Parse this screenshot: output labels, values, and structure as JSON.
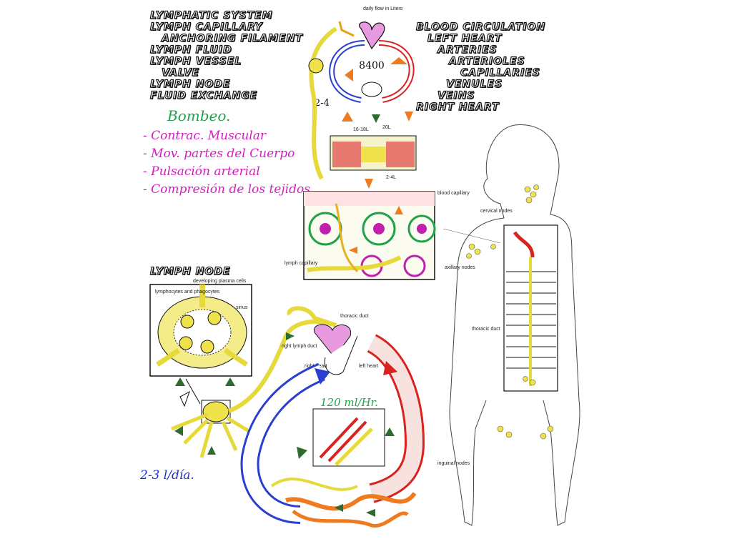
{
  "lymphatic": {
    "title": "LYMPHATIC SYSTEM",
    "items": [
      {
        "text": "LYMPH CAPILLARY",
        "indent": 0
      },
      {
        "text": "ANCHORING FILAMENT",
        "indent": 1
      },
      {
        "text": "LYMPH FLUID",
        "indent": 0
      },
      {
        "text": "LYMPH VESSEL",
        "indent": 0
      },
      {
        "text": "VALVE",
        "indent": 1
      },
      {
        "text": "LYMPH NODE",
        "indent": 0
      },
      {
        "text": "FLUID EXCHANGE",
        "indent": 0
      }
    ]
  },
  "blood": {
    "title": "BLOOD CIRCULATION",
    "items": [
      {
        "text": "LEFT HEART",
        "indent": 1
      },
      {
        "text": "ARTERIES",
        "indent": 2
      },
      {
        "text": "ARTERIOLES",
        "indent": 3
      },
      {
        "text": "CAPILLARIES",
        "indent": 4
      },
      {
        "text": "VENULES",
        "indent": 3
      },
      {
        "text": "VEINS",
        "indent": 2
      },
      {
        "text": "RIGHT HEART",
        "indent": 0
      }
    ]
  },
  "bombeo": {
    "title": "Bombeo.",
    "items": [
      "- Contrac. Muscular",
      "- Mov. partes del Cuerpo",
      "- Pulsación arterial",
      "- Compresión de los tejidos"
    ]
  },
  "node_title": "LYMPH NODE",
  "node_sub": "developing plasma cells",
  "labels": {
    "daily_flow": "daily flow in Liters",
    "big_number": "8400",
    "two_four": "2-4",
    "flow_16_18": "16-18L",
    "flow_20": "20L",
    "flow_2_4": "2-4L",
    "blood_capillary": "blood capillary",
    "lymph_capillary": "lymph capillary",
    "cervical": "cervical nodes",
    "axillary": "axillary nodes",
    "thoracic_duct_body": "thoracic duct",
    "inguinal": "inguinal nodes",
    "lymphocytes": "lymphocytes and phagocytes",
    "sinus": "sinus",
    "thoracic_duct": "thoracic duct",
    "right_lymph_duct": "right lymph duct",
    "right_heart": "right heart",
    "left_heart": "left heart",
    "flow_rate": "120 ml/Hr.",
    "per_day": "2-3 l/día."
  },
  "colors": {
    "green_ink": "#1fa24a",
    "magenta_ink": "#d41fbf",
    "blue_ink": "#1b2fd6",
    "lymph_yellow": "#f0e24a",
    "artery_red": "#d8231f",
    "vein_blue": "#2a3fcf",
    "capillary_orange": "#f07a1f",
    "arrow_green": "#2f6b2f"
  }
}
